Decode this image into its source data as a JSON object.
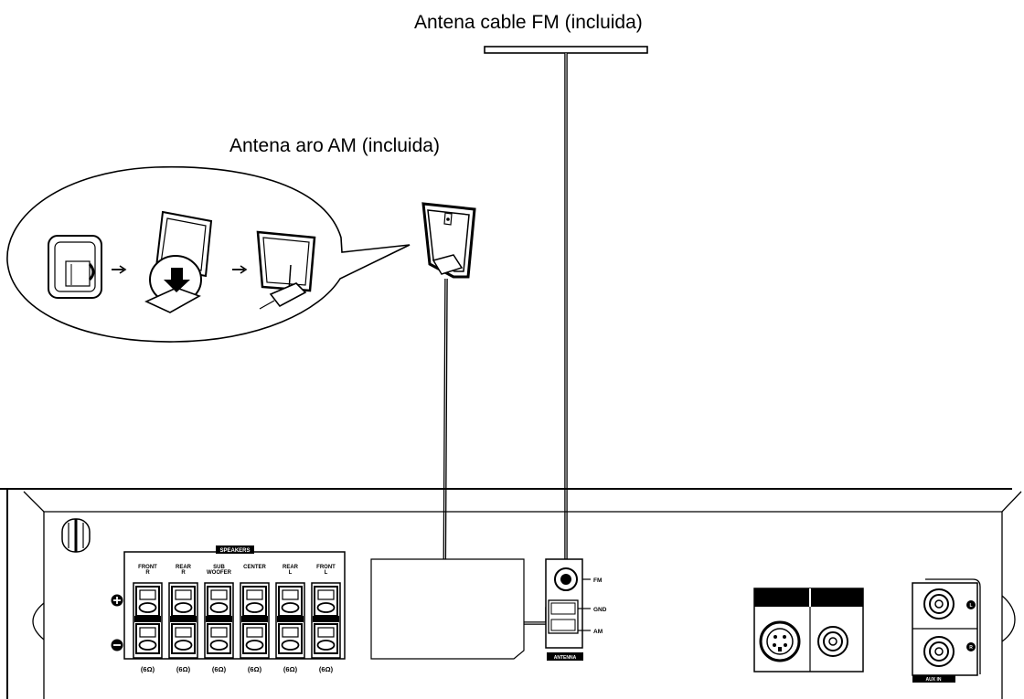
{
  "labels": {
    "fm_antenna": "Antena cable FM (incluida)",
    "am_antenna": "Antena aro AM (incluida)"
  },
  "speakers": {
    "title": "SPEAKERS",
    "channels": [
      {
        "line1": "FRONT",
        "line2": "R",
        "impedance": "(6Ω)"
      },
      {
        "line1": "REAR",
        "line2": "R",
        "impedance": "(6Ω)"
      },
      {
        "line1": "SUB",
        "line2": "WOOFER",
        "impedance": "(6Ω)"
      },
      {
        "line1": "CENTER",
        "line2": "",
        "impedance": "(6Ω)"
      },
      {
        "line1": "REAR",
        "line2": "L",
        "impedance": "(6Ω)"
      },
      {
        "line1": "FRONT",
        "line2": "L",
        "impedance": "(6Ω)"
      }
    ],
    "plus_sign": "+",
    "minus_sign": "−"
  },
  "antenna_panel": {
    "title": "ANTENNA",
    "terminals": [
      "FM",
      "GND",
      "AM"
    ]
  },
  "aux_panel": {
    "title": "AUX IN",
    "left": "L",
    "right": "R"
  },
  "colors": {
    "line": "#000000",
    "background": "#ffffff"
  }
}
